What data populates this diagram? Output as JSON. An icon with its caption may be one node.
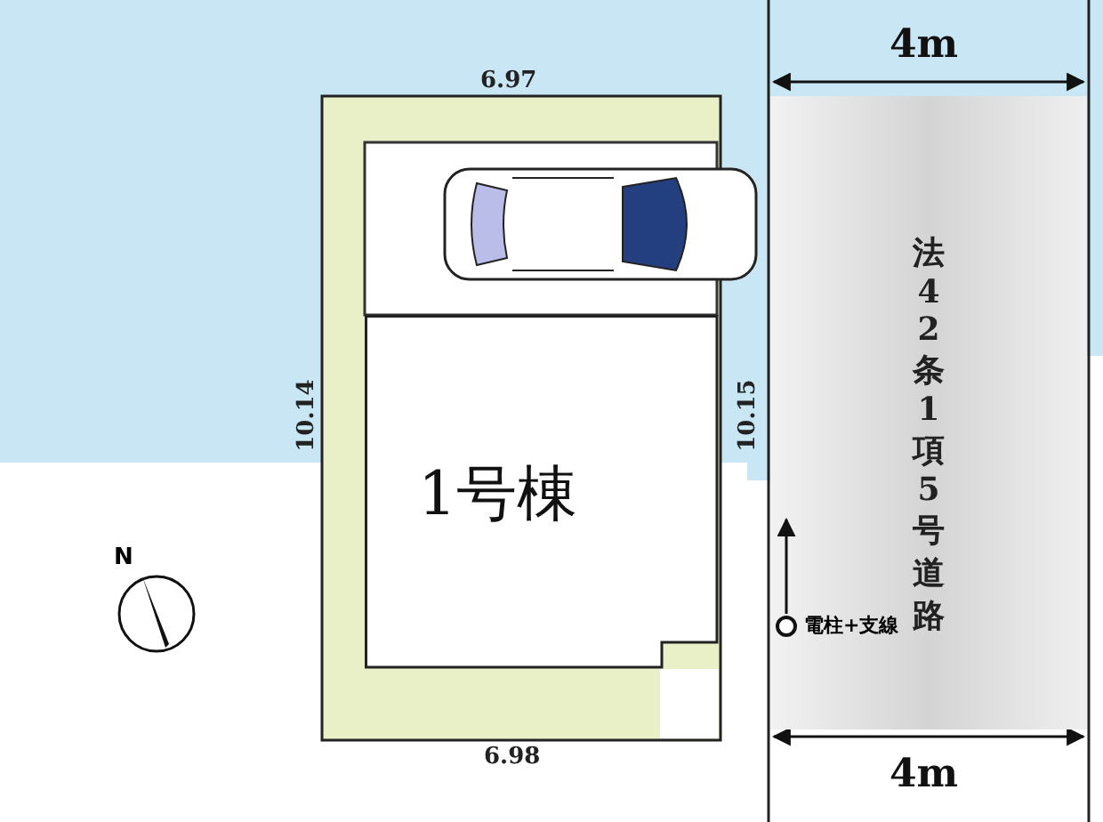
{
  "diagram": {
    "nodes": [
      {
        "text": [
          "1号棟"
        ]
      },
      {
        "text": [
          "法42条1項5号道路"
        ]
      }
    ],
    "labels": [
      "6.97",
      "10.14",
      "10.15",
      "N",
      "電柱+支線",
      "6.98",
      "4m",
      "4m"
    ]
  }
}
